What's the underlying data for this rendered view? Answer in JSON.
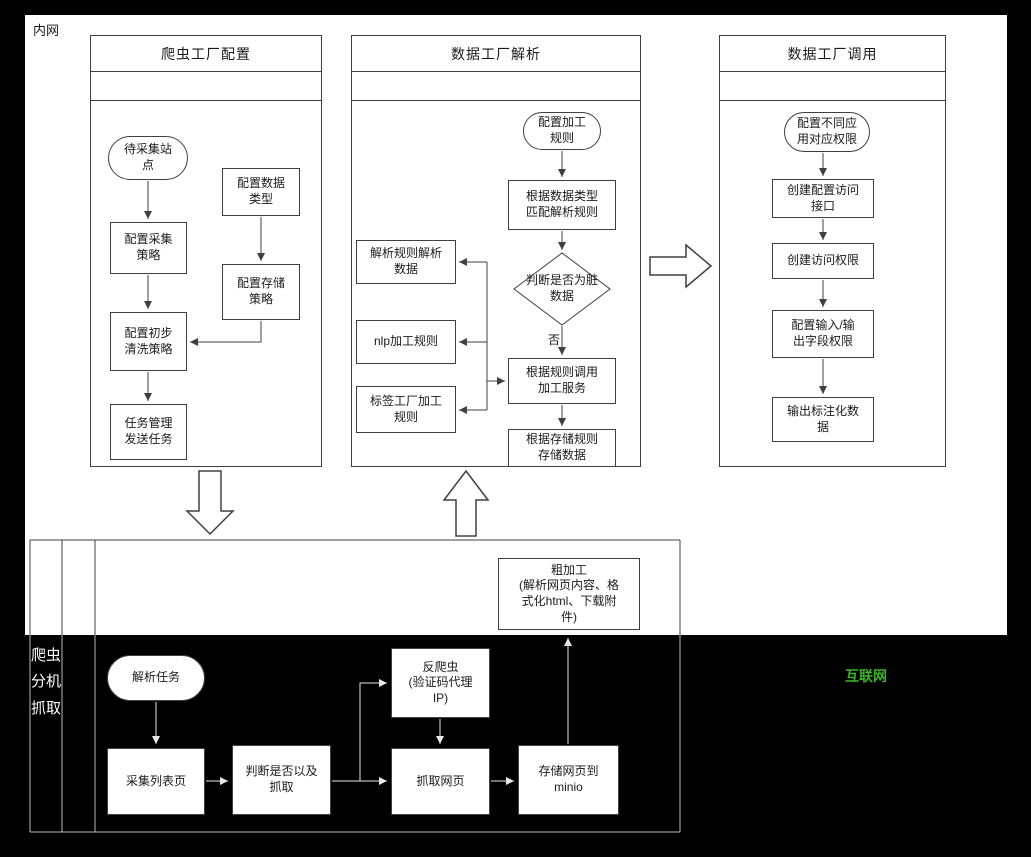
{
  "labels": {
    "intranet": "内网",
    "internet": "互联网",
    "crawler_lane": "爬虫\n分机\n抓取",
    "no_branch": "否"
  },
  "colors": {
    "internet_green": "#3CB528",
    "line_dark": "#404040",
    "line_light": "#e8e8e8"
  },
  "crawler_config": {
    "title": "爬虫工厂配置",
    "site": "待采集站\n点",
    "data_type": "配置数据\n类型",
    "collect": "配置采集\n策略",
    "storage": "配置存储\n策略",
    "clean": "配置初步\n清洗策略",
    "task": "任务管理\n发送任务"
  },
  "data_parse": {
    "title": "数据工厂解析",
    "rule": "配置加工\n规则",
    "match": "根据数据类型\n匹配解析规则",
    "judge": "判断是否为脏\n数据",
    "parse": "解析规则解析\n数据",
    "nlp": "nlp加工规则",
    "tag": "标签工厂加工\n规则",
    "call": "根据规则调用\n加工服务",
    "store": "根据存储规则\n存储数据"
  },
  "data_invoke": {
    "title": "数据工厂调用",
    "perm": "配置不同应\n用对应权限",
    "api": "创建配置访问\n接口",
    "access": "创建访问权限",
    "io": "配置输入/输\n出字段权限",
    "output": "输出标注化数\n据"
  },
  "crawler_fetch": {
    "rough": "粗加工\n(解析网页内容、格\n式化html、下载附\n件)",
    "parse_task": "解析任务",
    "collect_list": "采集列表页",
    "judge_fetch": "判断是否以及\n抓取",
    "anti": "反爬虫\n(验证码代理\nIP)",
    "fetch": "抓取网页",
    "store_minio": "存储网页到\nminio"
  }
}
